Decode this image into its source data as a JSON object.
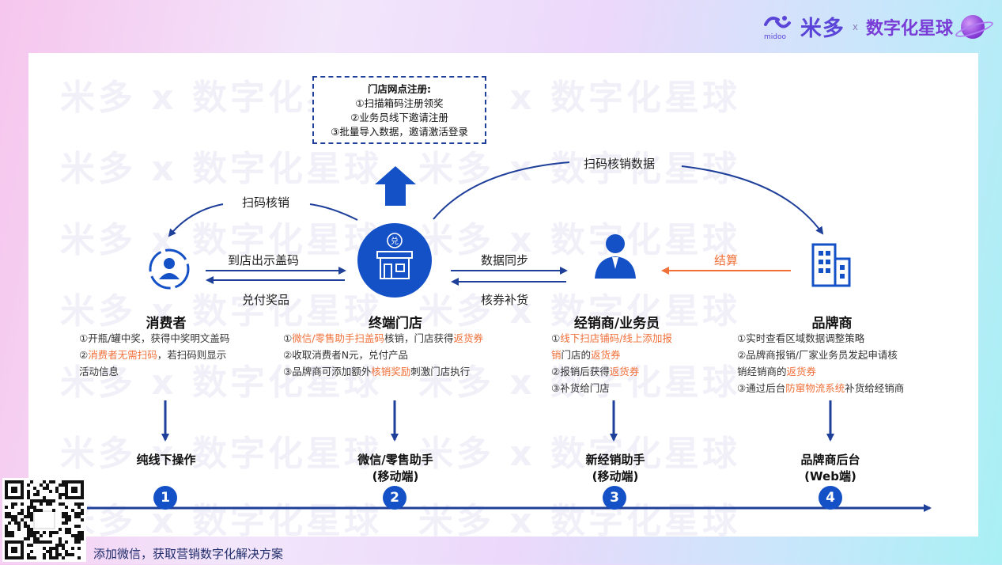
{
  "brand": {
    "logo_text": "米多",
    "logo_sub": "midoo",
    "sep": "x",
    "partner": "数字化星球"
  },
  "watermark": {
    "text": "米多 x 数字化星球"
  },
  "registration": {
    "title": "门店网点注册:",
    "lines": [
      "①扫描箱码注册领奖",
      "②业务员线下邀请注册",
      "③批量导入数据，邀请激活登录"
    ]
  },
  "flows": {
    "scan_verify": "扫码核销",
    "scan_data": "扫码核销数据",
    "show_code": "到店出示盖码",
    "redeem_prize": "兑付奖品",
    "data_sync": "数据同步",
    "voucher_restock": "核券补货",
    "settle": "结算"
  },
  "nodes": {
    "consumer": {
      "title": "消费者",
      "desc": [
        [
          {
            "t": "①开瓶/罐中奖，获得中奖明文盖码",
            "h": false
          }
        ],
        [
          {
            "t": "②",
            "h": false
          },
          {
            "t": "消费者无需扫码",
            "h": true
          },
          {
            "t": "，若扫码则显示",
            "h": false
          }
        ],
        [
          {
            "t": "活动信息",
            "h": false
          }
        ]
      ]
    },
    "store": {
      "title": "终端门店",
      "icon_text": "兑",
      "desc": [
        [
          {
            "t": "①",
            "h": false
          },
          {
            "t": "微信/零售助手扫盖码",
            "h": true
          },
          {
            "t": "核销，门店获得",
            "h": false
          },
          {
            "t": "返货券",
            "h": true
          }
        ],
        [
          {
            "t": "②收取消费者N元，兑付产品",
            "h": false
          }
        ],
        [
          {
            "t": "③品牌商可添加额外",
            "h": false
          },
          {
            "t": "核销奖励",
            "h": true
          },
          {
            "t": "刺激门店执行",
            "h": false
          }
        ]
      ]
    },
    "dealer": {
      "title": "经销商/业务员",
      "desc": [
        [
          {
            "t": "①",
            "h": false
          },
          {
            "t": "线下扫店铺码/线上添加报",
            "h": true
          }
        ],
        [
          {
            "t": "销",
            "h": true
          },
          {
            "t": "门店的",
            "h": false
          },
          {
            "t": "返货券",
            "h": true
          }
        ],
        [
          {
            "t": "②报销后获得",
            "h": false
          },
          {
            "t": "返货券",
            "h": true
          }
        ],
        [
          {
            "t": "③补货给门店",
            "h": false
          }
        ]
      ]
    },
    "brand": {
      "title": "品牌商",
      "desc": [
        [
          {
            "t": "①实时查看区域数据调整策略",
            "h": false
          }
        ],
        [
          {
            "t": "②品牌商报销/厂家业务员发起申请核",
            "h": false
          }
        ],
        [
          {
            "t": "销经销商的",
            "h": false
          },
          {
            "t": "返货券",
            "h": true
          }
        ],
        [
          {
            "t": "③通过后台",
            "h": false
          },
          {
            "t": "防窜物流系统",
            "h": true
          },
          {
            "t": "补货给经销商",
            "h": false
          }
        ]
      ]
    }
  },
  "tools": [
    {
      "num": "1",
      "line1": "纯线下操作",
      "line2": ""
    },
    {
      "num": "2",
      "line1": "微信/零售助手",
      "line2": "(移动端)"
    },
    {
      "num": "3",
      "line1": "新经销助手",
      "line2": "(移动端)"
    },
    {
      "num": "4",
      "line1": "品牌商后台",
      "line2": "(Web端)"
    }
  ],
  "footer": {
    "text": "添加微信，获取营销数字化解决方案"
  },
  "colors": {
    "primary": "#1450c6",
    "accent": "#f0703a",
    "dark": "#1e3f9a"
  }
}
